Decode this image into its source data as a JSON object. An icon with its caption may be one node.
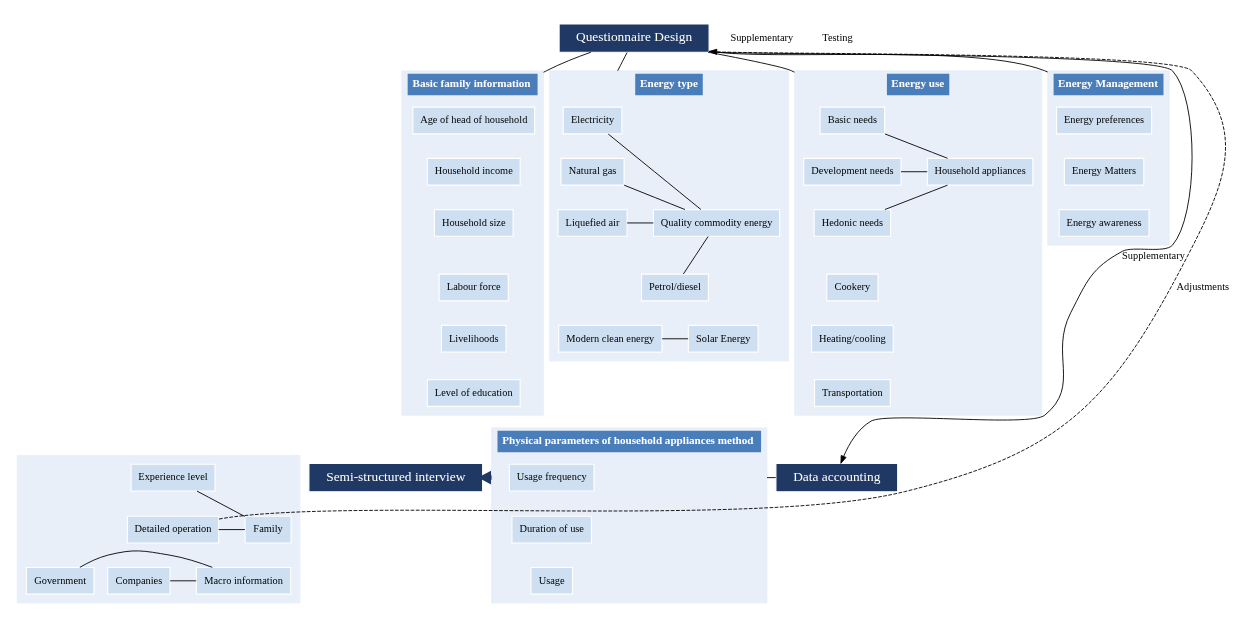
{
  "diagram": {
    "nodes": [
      {
        "text": [
          "Questionnaire Design"
        ]
      },
      {
        "text": [
          "Basic family information"
        ]
      },
      {
        "text": [
          "Age of head of household"
        ],
        "in": 1
      },
      {
        "text": [
          "Household income"
        ],
        "in": 1
      },
      {
        "text": [
          "Household size"
        ],
        "in": 1
      },
      {
        "text": [
          "Labour force"
        ],
        "in": 1
      },
      {
        "text": [
          "Livelihoods"
        ],
        "in": 1
      },
      {
        "text": [
          "Level of education"
        ],
        "in": 1
      },
      {
        "text": [
          "Energy type"
        ]
      },
      {
        "text": [
          "Electricity"
        ],
        "in": 8
      },
      {
        "text": [
          "Natural gas"
        ],
        "in": 8
      },
      {
        "text": [
          "Liquefied air"
        ],
        "in": 8
      },
      {
        "text": [
          "Petrol/diesel"
        ],
        "in": 8
      },
      {
        "text": [
          "Quality commodity energy"
        ],
        "in": 8
      },
      {
        "text": [
          "Solar Energy"
        ],
        "in": 8
      },
      {
        "text": [
          "Modern clean energy"
        ],
        "in": 8
      },
      {
        "text": [
          "Energy use"
        ]
      },
      {
        "text": [
          "Basic needs"
        ],
        "in": 16
      },
      {
        "text": [
          "Development needs"
        ],
        "in": 16
      },
      {
        "text": [
          "Hedonic needs"
        ],
        "in": 16
      },
      {
        "text": [
          "Household appliances"
        ],
        "in": 16
      },
      {
        "text": [
          "Cookery"
        ],
        "in": 16
      },
      {
        "text": [
          "Heating/cooling"
        ],
        "in": 16
      },
      {
        "text": [
          "Transportation"
        ],
        "in": 16
      },
      {
        "text": [
          "Energy Management"
        ]
      },
      {
        "text": [
          "Energy preferences"
        ],
        "in": 24
      },
      {
        "text": [
          "Energy Matters"
        ],
        "in": 24
      },
      {
        "text": [
          "Energy awareness"
        ],
        "in": 24
      },
      {
        "text": [],
        "shape": "box"
      },
      {
        "text": [
          "Experience level"
        ],
        "in": 28
      },
      {
        "text": [
          "Detailed operation"
        ],
        "in": 28
      },
      {
        "text": [
          "Family"
        ],
        "in": 28
      },
      {
        "text": [
          "Macro information"
        ],
        "in": 28
      },
      {
        "text": [
          "Companies"
        ],
        "in": 28
      },
      {
        "text": [
          "Government"
        ],
        "in": 28
      },
      {
        "text": [
          "Semi-structured interview"
        ]
      },
      {
        "text": [
          "Physical parameters of household appliances method"
        ]
      },
      {
        "text": [
          "Usage frequency"
        ],
        "in": 36
      },
      {
        "text": [
          "Duration of use"
        ],
        "in": 36
      },
      {
        "text": [
          "Usage"
        ],
        "in": 36
      },
      {
        "text": [
          "Data accounting"
        ]
      }
    ],
    "edges": [
      {
        "from": 0,
        "to": 1,
        "arrow": "none"
      },
      {
        "from": 0,
        "to": 8,
        "arrow": "none"
      },
      {
        "from": 0,
        "to": 16,
        "arrow": "none"
      },
      {
        "from": 0,
        "to": 24,
        "arrow": "none"
      },
      {
        "from": 9,
        "to": 13,
        "arrow": "none"
      },
      {
        "from": 10,
        "to": 13,
        "arrow": "none"
      },
      {
        "from": 11,
        "to": 13,
        "arrow": "none"
      },
      {
        "from": 12,
        "to": 13,
        "arrow": "none"
      },
      {
        "from": 14,
        "to": 15,
        "arrow": "none"
      },
      {
        "from": 17,
        "to": 20,
        "arrow": "none"
      },
      {
        "from": 18,
        "to": 20,
        "arrow": "none"
      },
      {
        "from": 19,
        "to": 20,
        "arrow": "none"
      },
      {
        "from": 29,
        "to": 31,
        "arrow": "none"
      },
      {
        "from": 30,
        "to": 31,
        "arrow": "none"
      },
      {
        "from": 32,
        "to": 33,
        "arrow": "none"
      },
      {
        "from": 32,
        "to": 34,
        "arrow": "none"
      },
      {
        "from": 30,
        "to": 0,
        "arrow": "to",
        "style": "dashed",
        "label": "Adjustments"
      },
      {
        "from": 0,
        "to": 40,
        "arrow": "to",
        "label": "Supplementary"
      },
      {
        "from": 36,
        "to": 40,
        "arrow": "none"
      },
      {
        "from": 36,
        "to": 35,
        "arrow": "to",
        "style": "thick",
        "color": "#1f3864"
      }
    ],
    "labels": [
      "Supplementary",
      "Testing"
    ]
  }
}
